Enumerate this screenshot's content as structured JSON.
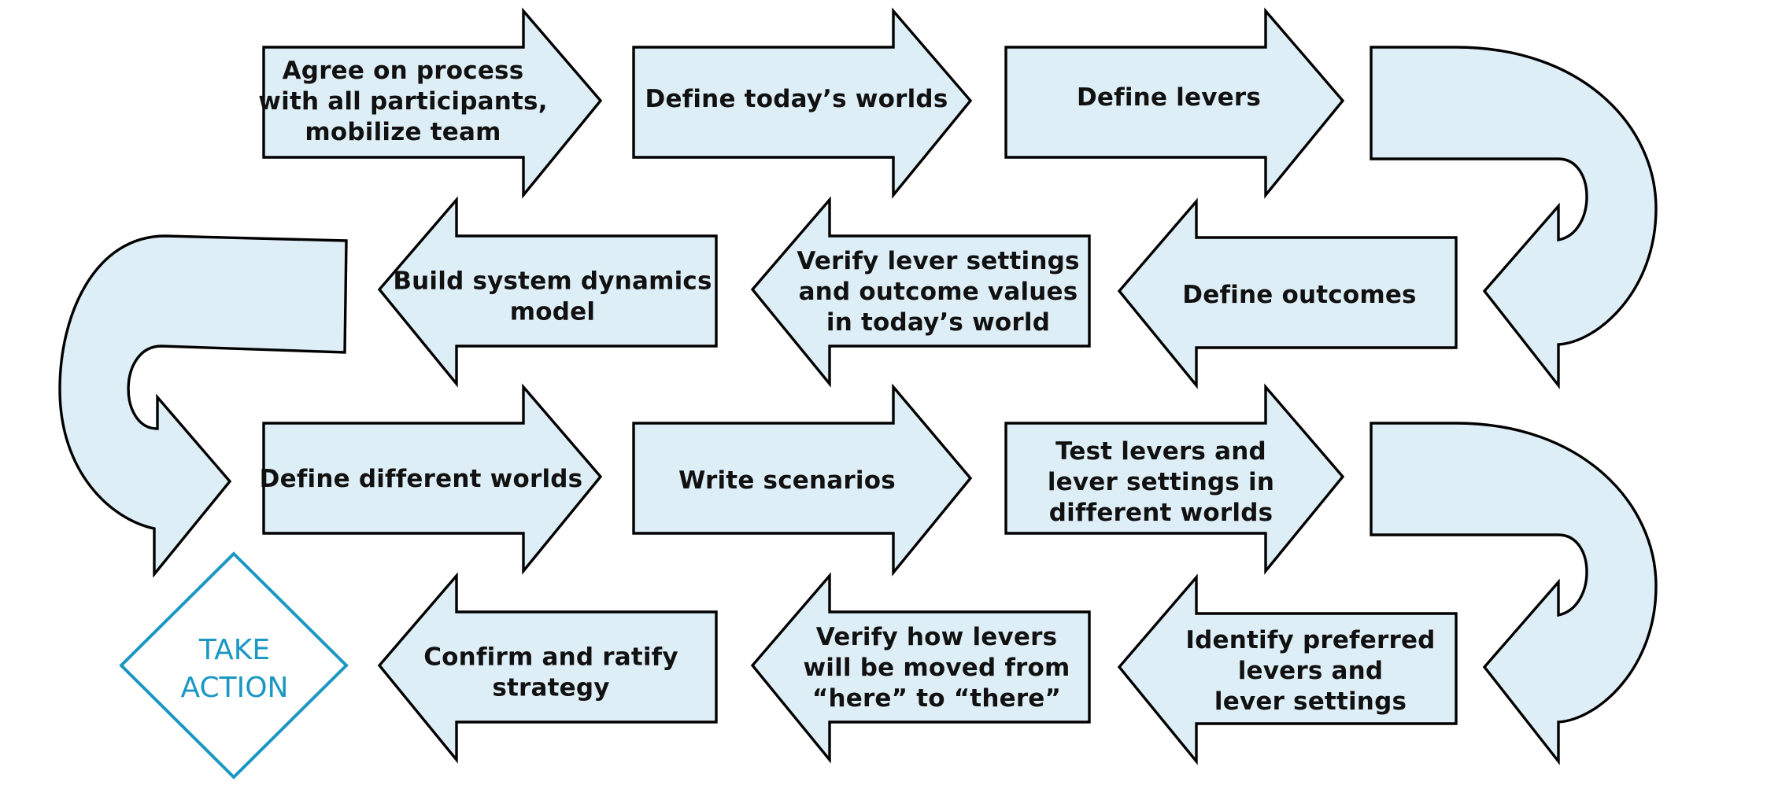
{
  "steps": [
    {
      "lines": [
        "Agree on process",
        "with all participants,",
        "mobilize team"
      ]
    },
    {
      "lines": [
        "Define today’s worlds"
      ]
    },
    {
      "lines": [
        "Define levers"
      ]
    },
    {
      "lines": [
        "Define outcomes"
      ]
    },
    {
      "lines": [
        "Verify lever settings",
        "and outcome values",
        "in today’s world"
      ]
    },
    {
      "lines": [
        "Build system dynamics",
        "model"
      ]
    },
    {
      "lines": [
        "Define different worlds"
      ]
    },
    {
      "lines": [
        "Write scenarios"
      ]
    },
    {
      "lines": [
        "Test levers and",
        "lever settings in",
        "different worlds"
      ]
    },
    {
      "lines": [
        "Identify preferred",
        "levers and",
        "lever settings"
      ]
    },
    {
      "lines": [
        "Verify how levers",
        "will be moved from",
        "“here” to “there”"
      ]
    },
    {
      "lines": [
        "Confirm and ratify",
        "strategy"
      ]
    }
  ],
  "final": {
    "lines": [
      "TAKE",
      "ACTION"
    ]
  },
  "colors": {
    "arrow_fill": "#deeef6",
    "arrow_stroke": "#000000",
    "text": "#111111",
    "final_accent": "#1b97c4"
  }
}
